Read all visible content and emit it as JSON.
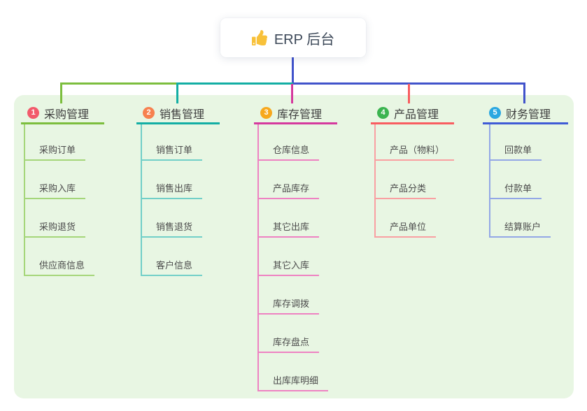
{
  "root": {
    "label": "ERP 后台",
    "icon": "thumbs-up-icon"
  },
  "colors": {
    "panel_background": "#e8f6e3",
    "root_stem": "#4153cb",
    "branch_1": "#7cbe3e",
    "branch_2": "#13aea4",
    "branch_3": "#d53a9e",
    "branch_4": "#f85d60",
    "branch_5": "#3f5bd6",
    "badge_1": "#f25a6b",
    "badge_2": "#f7814f",
    "badge_3": "#f7a81d",
    "badge_4": "#3bb450",
    "badge_5": "#2aa7e1"
  },
  "branches": [
    {
      "index": "1",
      "title": "采购管理",
      "children": [
        {
          "label": "采购订单"
        },
        {
          "label": "采购入库"
        },
        {
          "label": "采购退货"
        },
        {
          "label": "供应商信息"
        }
      ]
    },
    {
      "index": "2",
      "title": "销售管理",
      "children": [
        {
          "label": "销售订单"
        },
        {
          "label": "销售出库"
        },
        {
          "label": "销售退货"
        },
        {
          "label": "客户信息"
        }
      ]
    },
    {
      "index": "3",
      "title": "库存管理",
      "children": [
        {
          "label": "仓库信息"
        },
        {
          "label": "产品库存"
        },
        {
          "label": "其它出库"
        },
        {
          "label": "其它入库"
        },
        {
          "label": "库存调拨"
        },
        {
          "label": "库存盘点"
        },
        {
          "label": "出库库明细"
        }
      ]
    },
    {
      "index": "4",
      "title": "产品管理",
      "children": [
        {
          "label": "产品（物料）"
        },
        {
          "label": "产品分类"
        },
        {
          "label": "产品单位"
        }
      ]
    },
    {
      "index": "5",
      "title": "财务管理",
      "children": [
        {
          "label": "回款单"
        },
        {
          "label": "付款单"
        },
        {
          "label": "结算账户"
        }
      ]
    }
  ]
}
